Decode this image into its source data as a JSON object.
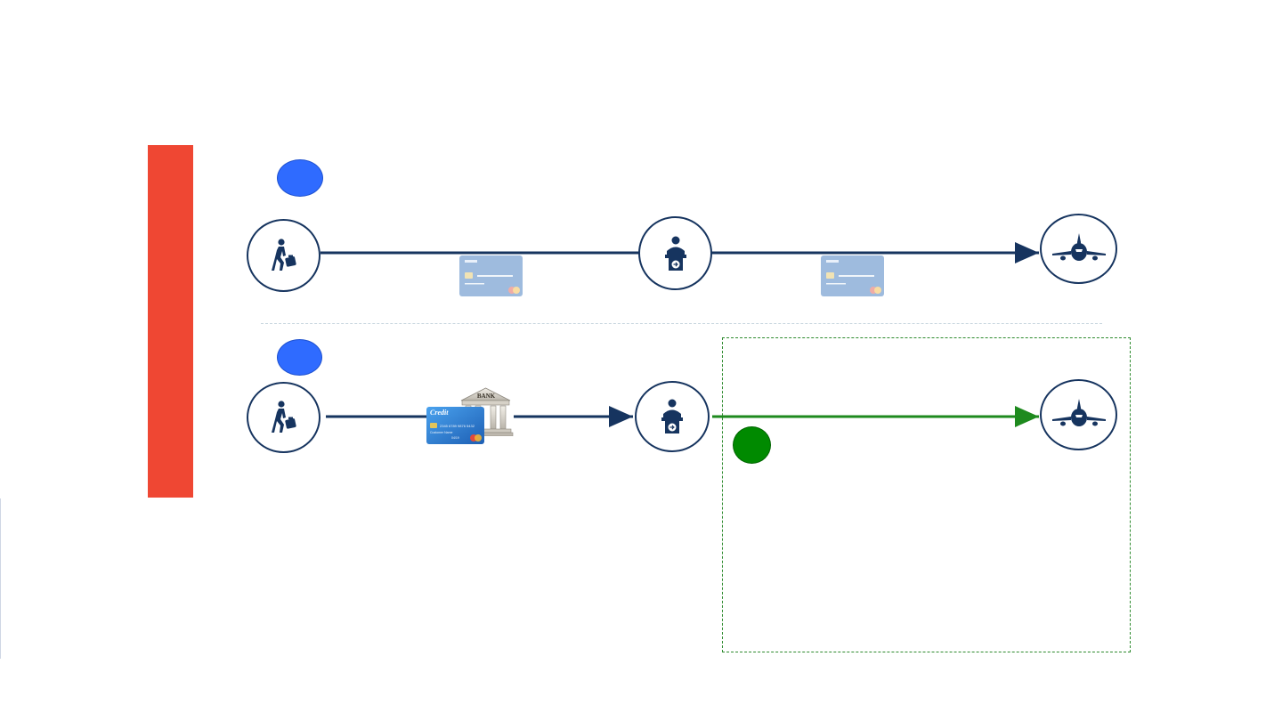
{
  "colors": {
    "accent_red": "#ef4733",
    "step_blue": "#2f6bff",
    "line_navy": "#16345f",
    "approved_green": "#008a00"
  },
  "flows": [
    {
      "id": "flow-1",
      "steps": [
        "traveler-icon",
        "credit-card-icon",
        "check-in-agent-icon",
        "credit-card-icon",
        "airplane-icon"
      ],
      "connector_color": "#16345f"
    },
    {
      "id": "flow-2",
      "steps": [
        "traveler-icon",
        "credit-card-icon",
        "bank-icon",
        "check-in-agent-icon",
        "airplane-icon"
      ],
      "connector_colors": [
        "#16345f",
        "#16345f",
        "#008a00"
      ]
    }
  ],
  "bank": {
    "label": "BANK"
  },
  "credit_card": {
    "brand": "Credit",
    "number": "2345 6789 9876 5432",
    "holder": "Customer Name",
    "expiry": "04/19"
  }
}
